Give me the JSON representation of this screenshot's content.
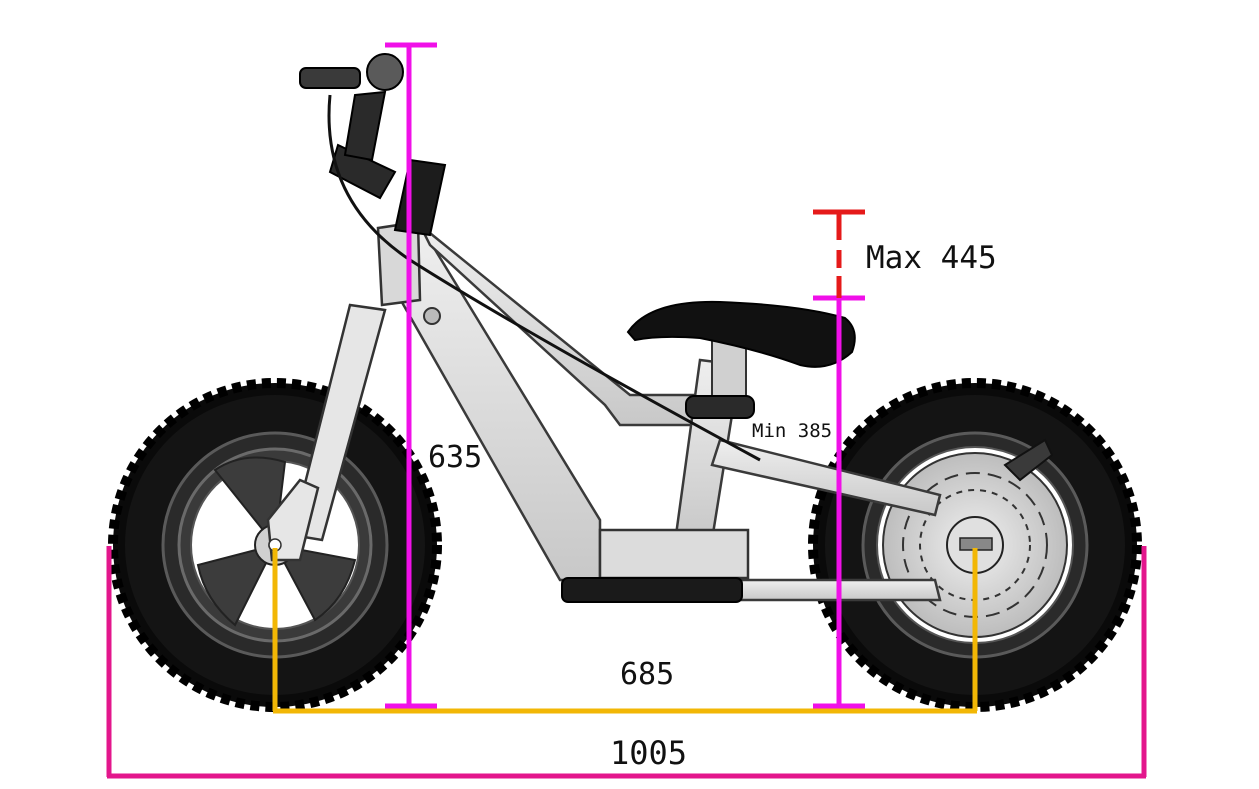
{
  "dimensions": {
    "overall_length": "1005",
    "wheelbase": "685",
    "handlebar_height": "635",
    "seat_height_max": "Max 445",
    "seat_height_min": "Min 385"
  },
  "colors": {
    "overall_line": "#e3168c",
    "wheelbase_line": "#f2b705",
    "height_line": "#f010e8",
    "max_seat_line": "#e51a1a",
    "tire": "#0a0a0a",
    "frame": "#d9d9d9",
    "frame_outline": "#3a3a3a",
    "saddle": "#111111"
  },
  "icons": {
    "subject": "balance-bike-icon",
    "front_wheel": "front-wheel-icon",
    "rear_wheel": "rear-wheel-icon"
  }
}
